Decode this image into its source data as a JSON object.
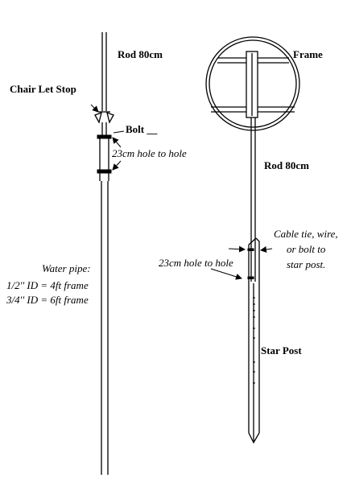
{
  "left_assembly": {
    "rod_label": "Rod 80cm",
    "chair_leg_stop_label": "Chair Let Stop",
    "bolt_label": "Bolt __",
    "hole_spacing_label": "23cm hole to hole",
    "water_pipe_title": "Water pipe:",
    "water_pipe_line1": "1/2'' ID = 4ft frame",
    "water_pipe_line2": "3/4'' ID = 6ft frame"
  },
  "right_assembly": {
    "frame_label": "Frame",
    "rod_label": "Rod 80cm",
    "fastener_line1": "Cable tie, wire,",
    "fastener_line2": "or bolt to",
    "fastener_line3": "star post.",
    "hole_spacing_label": "23cm hole to hole",
    "star_post_label": "Star Post"
  }
}
